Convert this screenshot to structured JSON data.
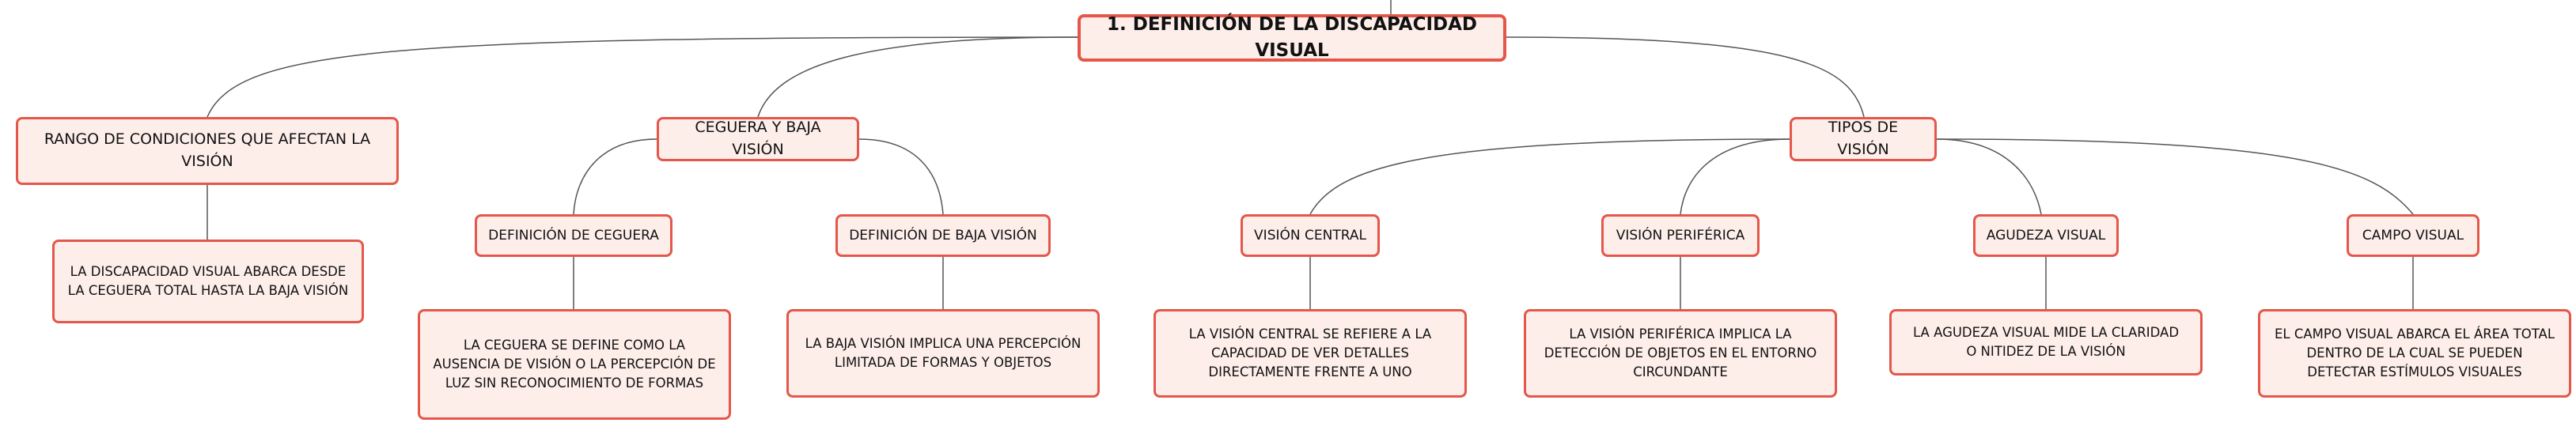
{
  "map": {
    "root": {
      "label": "1. DEFINICIÓN DE LA DISCAPACIDAD VISUAL"
    },
    "branches": [
      {
        "label": "RANGO DE CONDICIONES QUE AFECTAN LA VISIÓN",
        "leaf": "LA DISCAPACIDAD VISUAL ABARCA DESDE LA CEGUERA TOTAL HASTA LA BAJA VISIÓN"
      },
      {
        "label": "CEGUERA Y BAJA VISIÓN",
        "children": [
          {
            "label": "DEFINICIÓN DE CEGUERA",
            "leaf": "LA CEGUERA SE DEFINE COMO LA AUSENCIA DE VISIÓN O LA PERCEPCIÓN DE LUZ SIN RECONOCIMIENTO DE FORMAS"
          },
          {
            "label": "DEFINICIÓN DE BAJA VISIÓN",
            "leaf": "LA BAJA VISIÓN IMPLICA UNA PERCEPCIÓN LIMITADA DE FORMAS Y OBJETOS"
          }
        ]
      },
      {
        "label": "TIPOS DE VISIÓN",
        "children": [
          {
            "label": "VISIÓN CENTRAL",
            "leaf": "LA VISIÓN CENTRAL SE REFIERE A LA CAPACIDAD DE VER DETALLES DIRECTAMENTE FRENTE A UNO"
          },
          {
            "label": "VISIÓN PERIFÉRICA",
            "leaf": "LA VISIÓN PERIFÉRICA IMPLICA LA DETECCIÓN DE OBJETOS EN EL ENTORNO CIRCUNDANTE"
          },
          {
            "label": "AGUDEZA VISUAL",
            "leaf": "LA AGUDEZA VISUAL MIDE LA CLARIDAD O NITIDEZ DE LA VISIÓN"
          },
          {
            "label": "CAMPO VISUAL",
            "leaf": "EL CAMPO VISUAL ABARCA EL ÁREA TOTAL DENTRO DE LA CUAL SE PUEDEN DETECTAR ESTÍMULOS VISUALES"
          }
        ]
      }
    ]
  },
  "colors": {
    "node_border": "#e4574a",
    "node_fill": "#fdeeea",
    "connector": "#555555"
  }
}
